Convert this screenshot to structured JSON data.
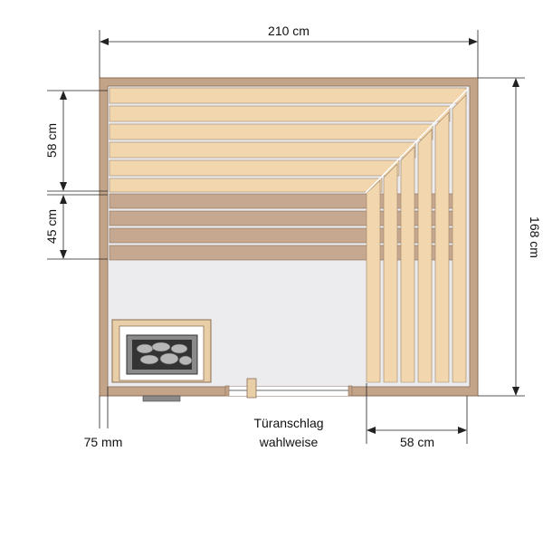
{
  "dimensions": {
    "width_top": "210 cm",
    "height_right": "168 cm",
    "bench_upper": "58 cm",
    "bench_lower": "45 cm",
    "wall_thickness": "75 mm",
    "bench_side": "58 cm"
  },
  "labels": {
    "door_line1": "Türanschlag",
    "door_line2": "wahlweise"
  },
  "colors": {
    "wall": "#c3a489",
    "wall_stroke": "#8a6d55",
    "floor": "#ececef",
    "bench_light": "#f1d6ae",
    "bench_dark": "#c6a891",
    "slat_gap": "#ffffff",
    "heater_frame": "#e8cfa8",
    "heater_body": "#8a8a8a",
    "stone": "#b7b7b7",
    "dim_line": "#222222"
  },
  "icons": {
    "heater": "sauna-stove-icon",
    "door_handle": "door-handle-icon"
  }
}
